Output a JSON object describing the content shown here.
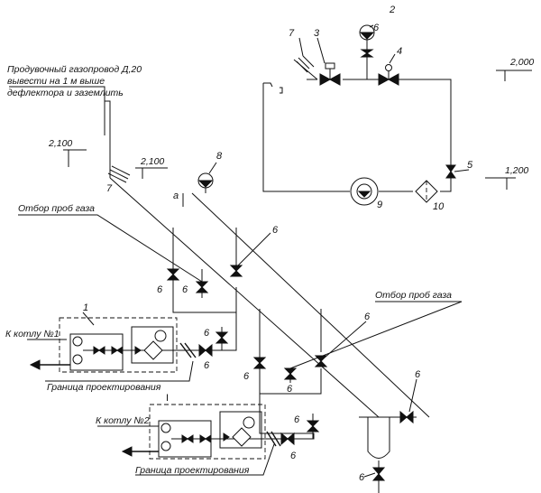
{
  "notes": {
    "purge_line": [
      "Продувочный газопровод Д,20",
      "вывести на 1 м выше",
      "дефлектора и заземлить"
    ],
    "sampling_1": "Отбор проб газа",
    "sampling_2": "Отбор проб газа",
    "boiler_1": "К котлу №1",
    "boiler_2": "К котлу №2",
    "boundary_1": "Граница проектирования",
    "boundary_2": "Граница проектирования",
    "section_mark": "I",
    "point_a": "а"
  },
  "elevations": {
    "e1": "2,100",
    "e2": "2,100",
    "e3": "2,000",
    "e4": "1,200"
  },
  "positions": {
    "p1": "1",
    "p2": "2",
    "p3": "3",
    "p4": "4",
    "p5": "5",
    "p6": "6",
    "p7": "7",
    "p8": "8",
    "p9": "9",
    "p10": "10"
  }
}
